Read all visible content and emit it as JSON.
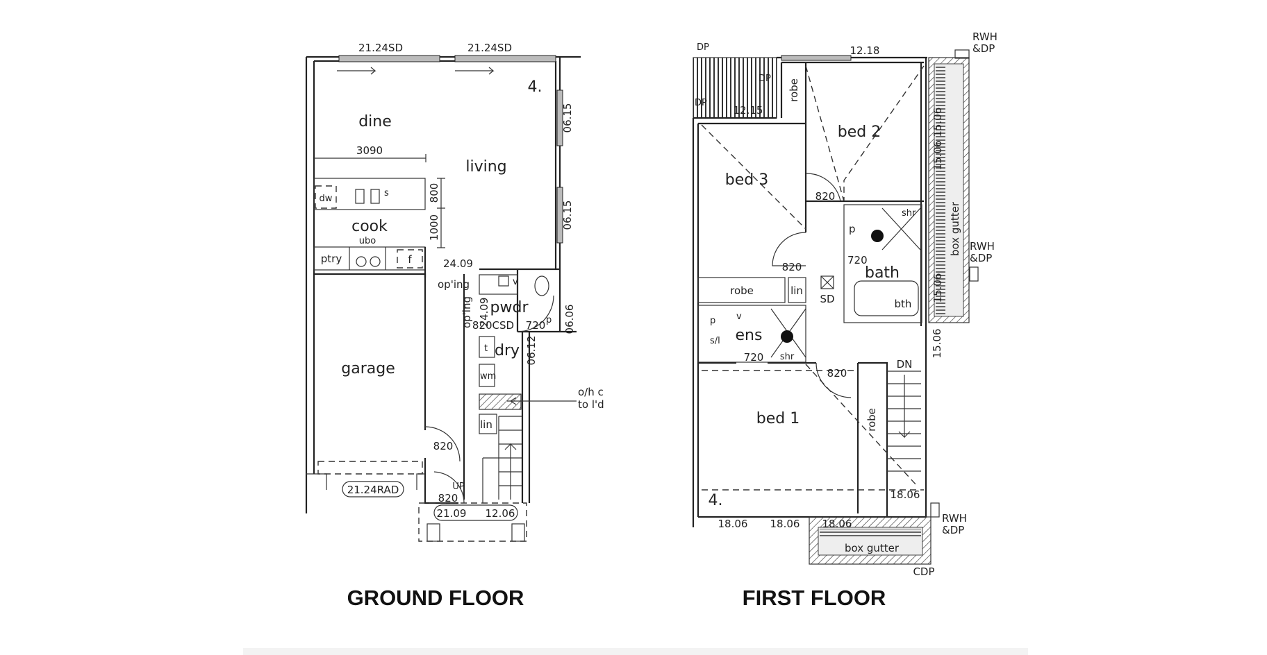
{
  "ground_floor": {
    "title": "GROUND FLOOR",
    "level_marker": "4.",
    "rooms": {
      "dine": "dine",
      "living": "living",
      "cook": "cook",
      "garage": "garage",
      "pwdr": "pwdr",
      "dry": "dry",
      "ptry": "ptry",
      "lin": "lin"
    },
    "fixtures": {
      "dw": "dw",
      "s": "s",
      "ubo": "ubo",
      "f": "f",
      "v": "v",
      "p": "p",
      "t": "t",
      "wm": "wm",
      "up": "UP"
    },
    "dims": {
      "window_top_1": "21.24SD",
      "window_top_2": "21.24SD",
      "dine_width": "3090",
      "bench_800": "800",
      "bench_1000": "1000",
      "window_right_1": "06.15",
      "window_right_2": "06.15",
      "window_24_09_a": "24.09",
      "opening_1": "op'ing",
      "opening_2": "op'ing",
      "window_24_09_b": "24.09",
      "door_820csd": "820CSD",
      "door_720": "720",
      "window_06_06": "06.06",
      "window_06_12": "06.12",
      "door_820_garage": "820",
      "door_820_entry": "820",
      "garage_door": "21.24RAD",
      "entry_21_09": "21.09",
      "entry_12_06": "12.06"
    },
    "note_line1": "o/h c",
    "note_line2": "to l'd"
  },
  "first_floor": {
    "title": "FIRST FLOOR",
    "level_marker": "4.",
    "rooms": {
      "bed1": "bed 1",
      "bed2": "bed 2",
      "bed3": "bed 3",
      "bath": "bath",
      "ens": "ens",
      "robe1": "robe",
      "robe2": "robe",
      "robe3": "robe",
      "lin": "lin"
    },
    "fixtures": {
      "shr1": "shr",
      "shr2": "shr",
      "p1": "p",
      "p2": "p",
      "v": "v",
      "sl": "s/l",
      "bth": "bth",
      "sd": "SD",
      "dn": "DN"
    },
    "dims": {
      "top_window": "12.18",
      "balcony_window": "12.15",
      "door_820_bed2": "820",
      "door_820_bed3": "820",
      "door_820_bed1": "820",
      "door_720_bath": "720",
      "door_720_ens": "720",
      "side_windows": "15.06 15.06",
      "side_window_2": "15.06",
      "side_window_3": "15.06",
      "bottom_1": "18.06",
      "bottom_2": "18.06",
      "bottom_3": "18.06",
      "stair_window": "18.06"
    },
    "notes": {
      "dp1": "DP",
      "dp2": "DP",
      "dp3": "DP",
      "rwh1_a": "RWH",
      "rwh1_b": "&DP",
      "rwh2_a": "RWH",
      "rwh2_b": "&DP",
      "rwh3_a": "RWH",
      "rwh3_b": "&DP",
      "box_gutter_1": "box gutter",
      "box_gutter_2": "box gutter",
      "cdp": "CDP"
    }
  }
}
